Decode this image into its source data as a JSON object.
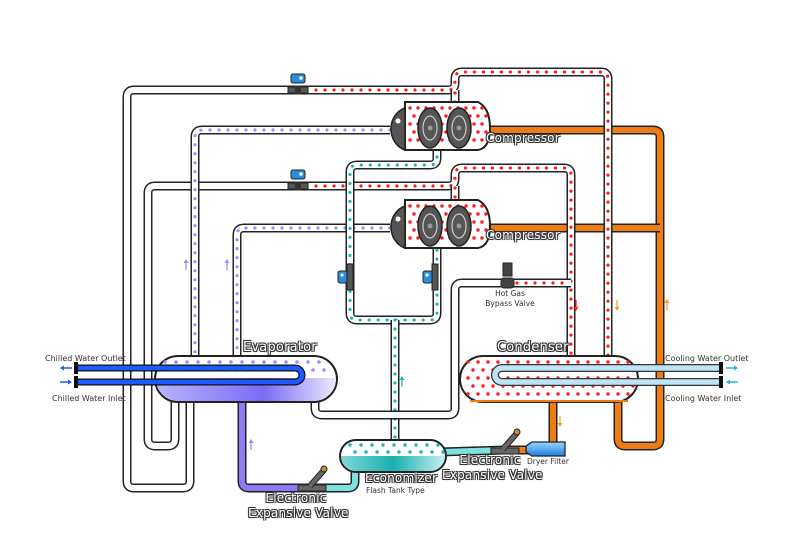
{
  "labels": {
    "compressor_1": "Compressor",
    "compressor_2": "Compressor",
    "evaporator": "Evaporator",
    "condenser": "Condenser",
    "economizer": "Economizer",
    "economizer_sub": "Flash Tank Type",
    "eev_left_line1": "Electronic",
    "eev_left_line2": "Expansive Valve",
    "eev_right_line1": "Electronic",
    "eev_right_line2": "Expansive Valve",
    "hot_gas_line1": "Hot Gas",
    "hot_gas_line2": "Bypass Valve",
    "dryer_filter": "Dryer Filter",
    "chilled_water_outlet": "Chilled Water Outlet",
    "chilled_water_inlet": "Chilled Water Inlet",
    "cooling_water_outlet": "Cooling Water Outlet",
    "cooling_water_inlet": "Cooling Water Inlet"
  },
  "colors": {
    "refrigerant_hot": "#ff1a1a",
    "refrigerant_suction": "#9b8cff",
    "economizer": "#1fb5b5",
    "liquid_line": "#f07d12",
    "chilled_water": "#1e5bff",
    "cooling_water": "#bfe3f7",
    "valve_blue": "#2a8de0"
  }
}
